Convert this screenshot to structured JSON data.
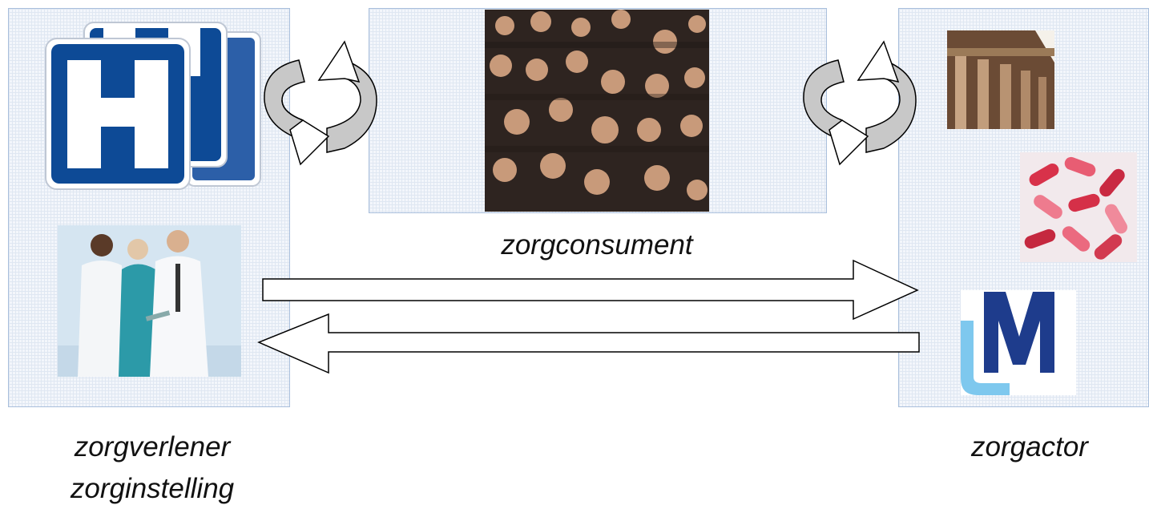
{
  "labels": {
    "center": "zorgconsument",
    "left_line1": "zorgverlener",
    "left_line2": "zorginstelling",
    "right": "zorgactor"
  },
  "logo": {
    "hospital_letter": "H",
    "m_letter": "M"
  },
  "colors": {
    "hospital_blue": "#0d4a96",
    "panel_border": "#a9bfdc",
    "cycle_fill": "#c8c8c8",
    "m_logo_navy": "#1e3c8c",
    "m_logo_light": "#7ec8ee"
  }
}
